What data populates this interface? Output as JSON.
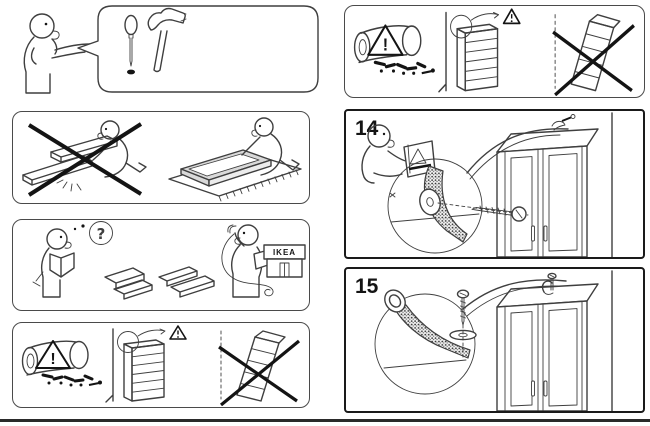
{
  "colors": {
    "ink": "#3f3f3f",
    "bold": "#141414",
    "shade": "#d9d9d9",
    "background": "#ffffff"
  },
  "panels": {
    "tools": {
      "icons": [
        "person-icon",
        "speech-bubble-icon",
        "awl-icon",
        "hammer-icon"
      ]
    },
    "soft_surface": {
      "icons": [
        "kneeling-person-icon",
        "frame-parts-icon",
        "cross-icon",
        "rug-icon",
        "box-frame-icon"
      ]
    },
    "help": {
      "question_mark": "?",
      "store_sign": "IKEA",
      "icons": [
        "confused-person-icon",
        "manual-icon",
        "question-bubble-icon",
        "phone-person-icon",
        "phone-cord-icon",
        "store-icon"
      ]
    },
    "anti_tip_left": {
      "warning_mark": "!",
      "icons": [
        "instruction-roll-icon",
        "warning-triangle-icon",
        "hardware-scatter-icon",
        "bookcase-icon",
        "highlight-circle-icon",
        "arrow-icon",
        "tipping-bookcase-icon",
        "cross-icon"
      ]
    },
    "anti_tip_right": {
      "warning_mark": "!",
      "icons": [
        "instruction-roll-icon",
        "warning-triangle-icon",
        "hardware-scatter-icon",
        "bookcase-icon",
        "highlight-circle-icon",
        "arrow-icon",
        "tipping-bookcase-icon",
        "cross-icon"
      ]
    },
    "step_14": {
      "number": "14",
      "icons": [
        "reader-person-icon",
        "manual-booklet-icon",
        "magnifier-circle-icon",
        "anti-tip-strap-icon",
        "washer-icon",
        "screw-icon",
        "leader-curve-icon",
        "wardrobe-icon",
        "wall-line-icon"
      ]
    },
    "step_15": {
      "number": "15",
      "icons": [
        "magnifier-circle-icon",
        "strap-eyelet-icon",
        "anti-tip-strap-icon",
        "washer-icon",
        "screw-icon",
        "leader-curve-icon",
        "wardrobe-icon",
        "wall-line-icon"
      ]
    }
  }
}
